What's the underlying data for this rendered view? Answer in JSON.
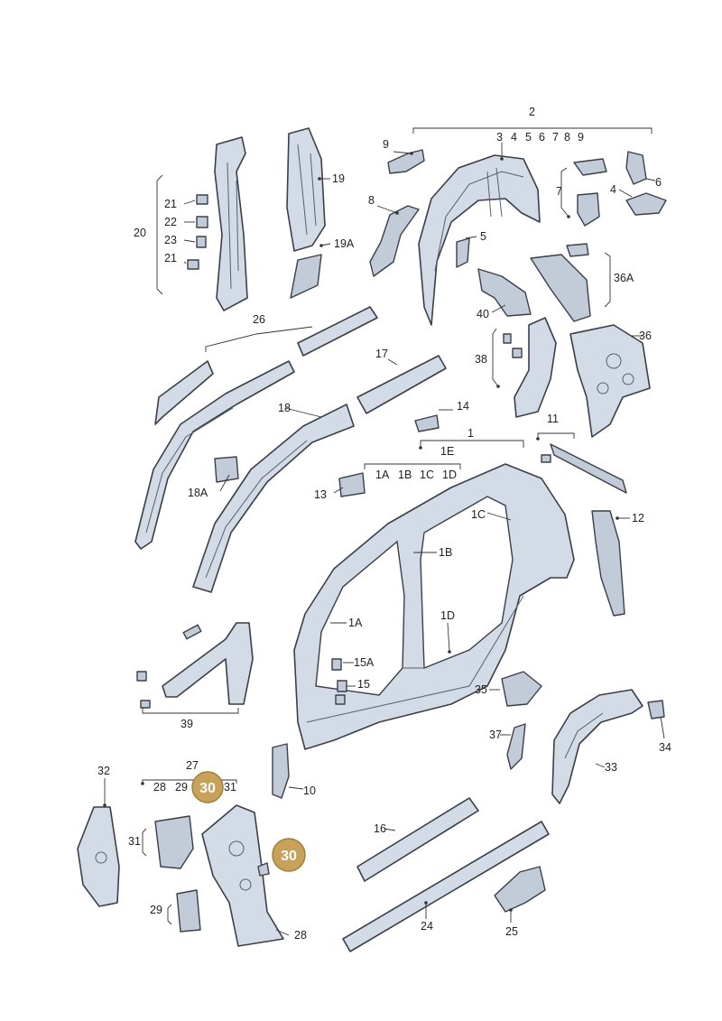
{
  "labels": {
    "l1": "1",
    "l1a": "1A",
    "l1a_top": "1A",
    "l1b": "1B",
    "l1b_top": "1B",
    "l1c": "1C",
    "l1c_top": "1C",
    "l1d": "1D",
    "l1d_top": "1D",
    "l1e": "1E",
    "l2": "2",
    "l3": "3",
    "l4a": "4",
    "l4": "4",
    "l5a": "5",
    "l5": "5",
    "l6a": "6",
    "l6": "6",
    "l7a": "7",
    "l7": "7",
    "l8a": "8",
    "l8": "8",
    "l9a": "9",
    "l9": "9",
    "l10": "10",
    "l11": "11",
    "l12": "12",
    "l13": "13",
    "l14": "14",
    "l15": "15",
    "l15a": "15A",
    "l16": "16",
    "l17": "17",
    "l18": "18",
    "l18a": "18A",
    "l19": "19",
    "l19a": "19A",
    "l20": "20",
    "l21a": "21",
    "l21b": "21",
    "l22": "22",
    "l23": "23",
    "l24": "24",
    "l25": "25",
    "l26": "26",
    "l27": "27",
    "l28a": "28",
    "l28": "28",
    "l29a": "29",
    "l29": "29",
    "l31a": "31",
    "l31": "31",
    "l32": "32",
    "l33": "33",
    "l34": "34",
    "l35": "35",
    "l36": "36",
    "l36a": "36A",
    "l37": "37",
    "l38": "38",
    "l39": "39",
    "l40": "40"
  },
  "badges": {
    "b1": "30",
    "b2": "30"
  },
  "colors": {
    "part_fill": "#d3dbe6",
    "badge_fill": "#c8a25a",
    "outline": "#3a3f48"
  }
}
